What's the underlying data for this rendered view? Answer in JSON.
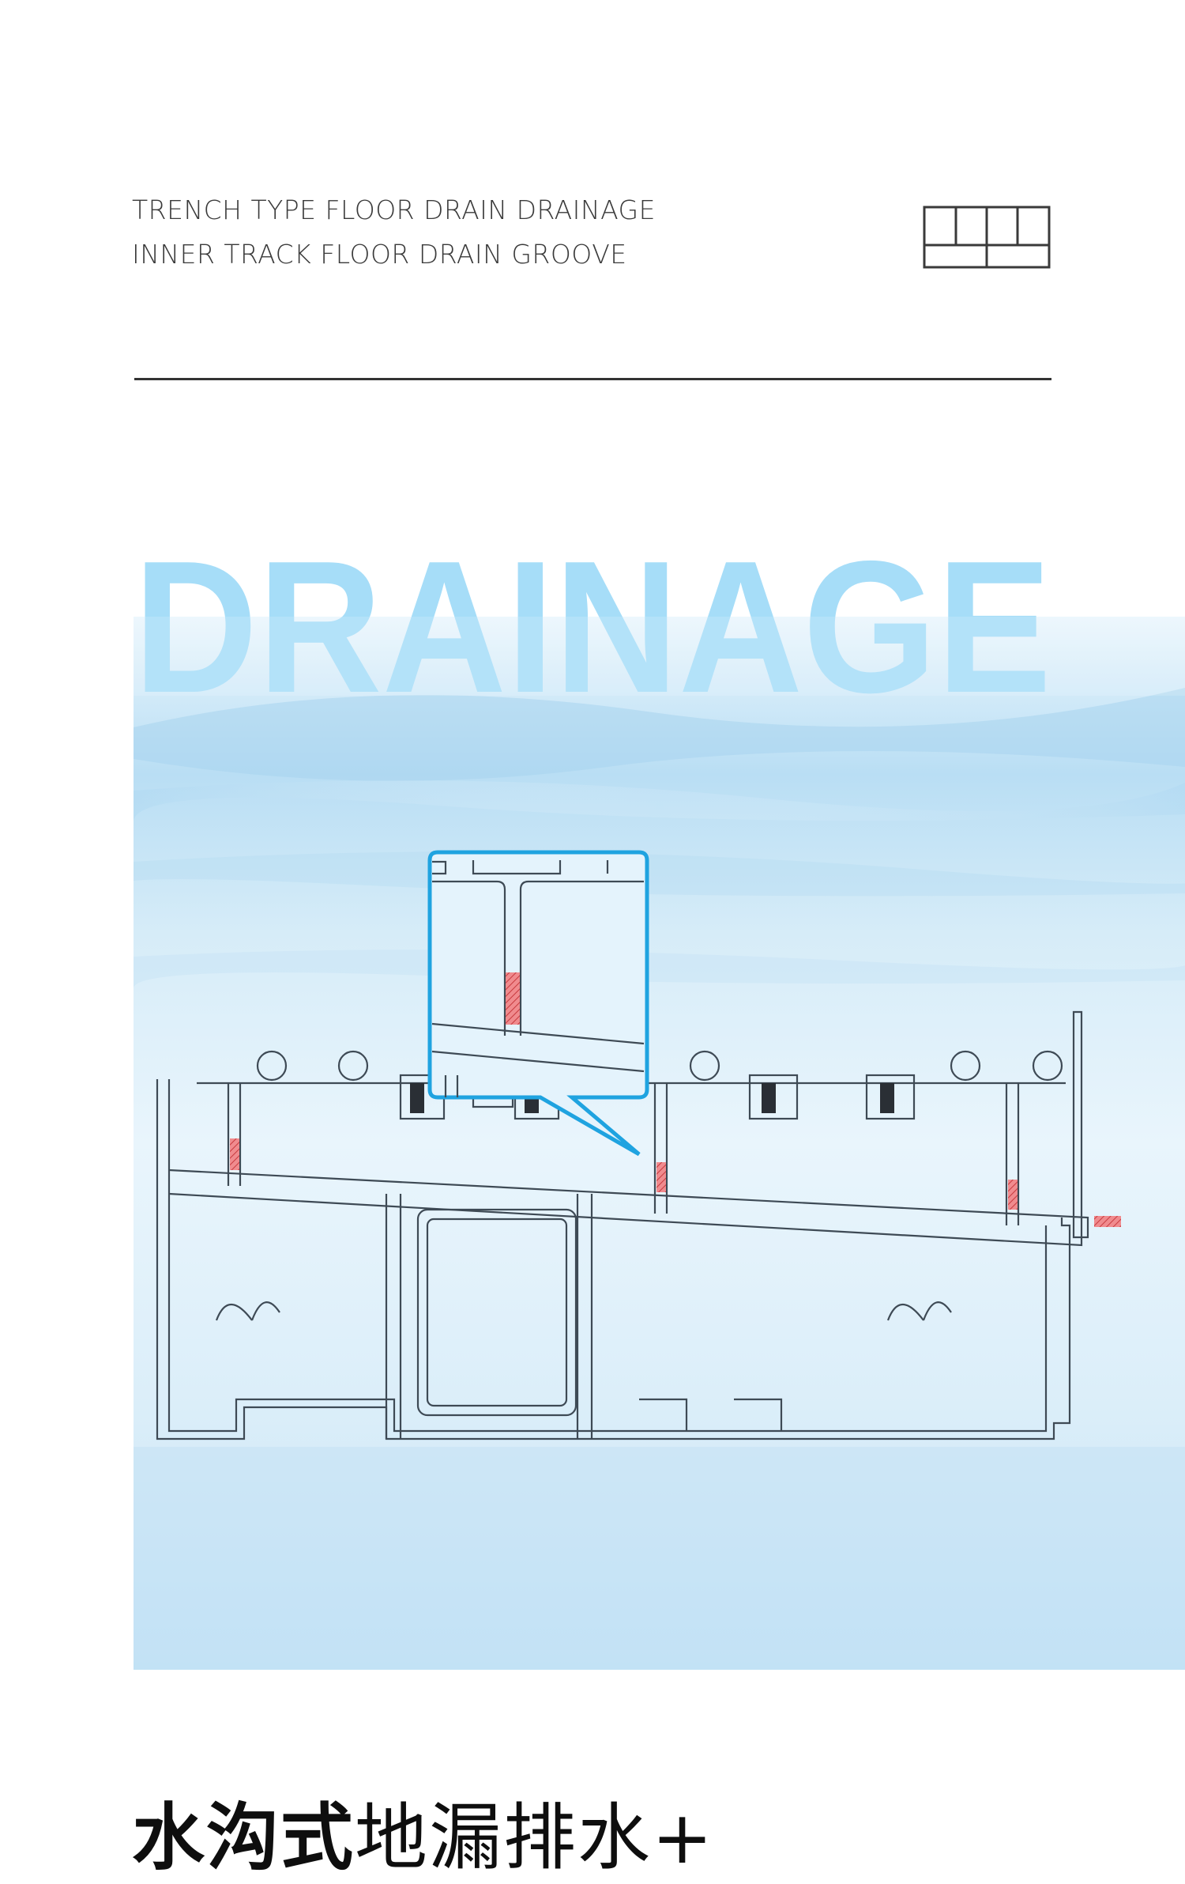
{
  "header": {
    "subtitle_line1": "TRENCH TYPE FLOOR DRAIN DRAINAGE",
    "subtitle_line2": "INNER TRACK FLOOR DRAIN GROOVE"
  },
  "hero": {
    "big_word": "DRAINAGE",
    "accent_color": "#9fdcf7",
    "water_color": "#cfe8f6",
    "callout_border": "#1fa3e0",
    "highlight_color": "#e0555a"
  },
  "footer": {
    "headline_bold": "水沟式",
    "headline_regular": "地漏排水+"
  }
}
